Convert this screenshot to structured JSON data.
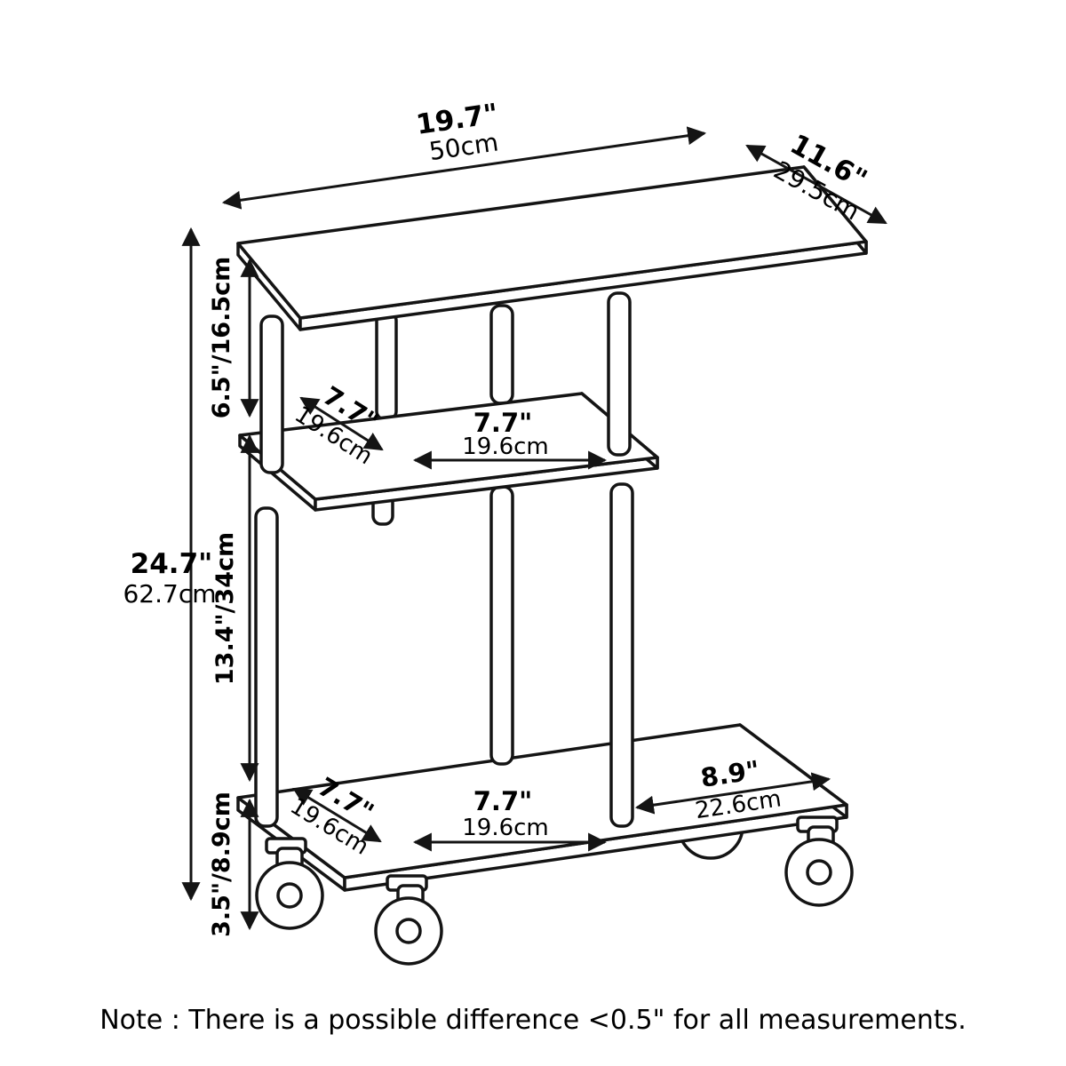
{
  "dims": {
    "top_length_in": "19.7\"",
    "top_length_cm": "50cm",
    "top_depth_in": "11.6\"",
    "top_depth_cm": "29.5cm",
    "height_total_in": "24.7\"",
    "height_total_cm": "62.7cm",
    "top_to_mid": "6.5\"/16.5cm",
    "mid_depth_in": "7.7\"",
    "mid_depth_cm": "19.6cm",
    "mid_width_in": "7.7\"",
    "mid_width_cm": "19.6cm",
    "mid_to_bottom": "13.4\"/34cm",
    "bottom_depth_in": "7.7\"",
    "bottom_depth_cm": "19.6cm",
    "bottom_width_in": "7.7\"",
    "bottom_width_cm": "19.6cm",
    "bottom_side_in": "8.9\"",
    "bottom_side_cm": "22.6cm",
    "caster_height": "3.5\"/8.9cm"
  },
  "note": "Note : There is a possible difference <0.5\" for all measurements."
}
